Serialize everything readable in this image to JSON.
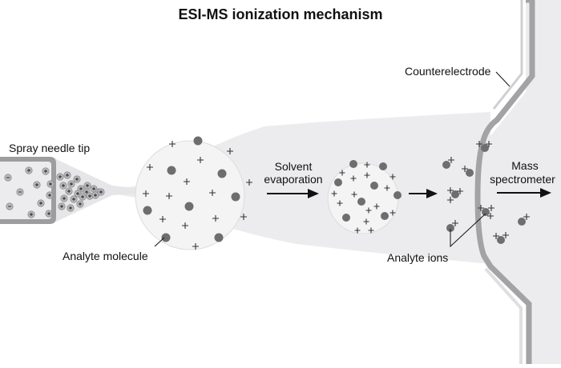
{
  "title": "ESI-MS ionization mechanism",
  "labels": {
    "spray_needle": "Spray needle tip",
    "analyte_molecule": "Analyte molecule",
    "solvent_line1": "Solvent",
    "solvent_line2": "evaporation",
    "counterelectrode": "Counterelectrode",
    "mass_line1": "Mass",
    "mass_line2": "spectrometer",
    "analyte_ions": "Analyte ions"
  },
  "symbols": {
    "plus": "+",
    "minus": "−"
  },
  "colors": {
    "plume": "#ececee",
    "droplet": "#f4f4f5",
    "droplet_edge": "#dcdcde",
    "analyte": "#6e6e70",
    "electrode": "#a3a3a6",
    "electrode_light": "#cfcfd1",
    "needle_wall": "#9d9da0",
    "needle_fill": "#ececee",
    "text": "#111111"
  }
}
